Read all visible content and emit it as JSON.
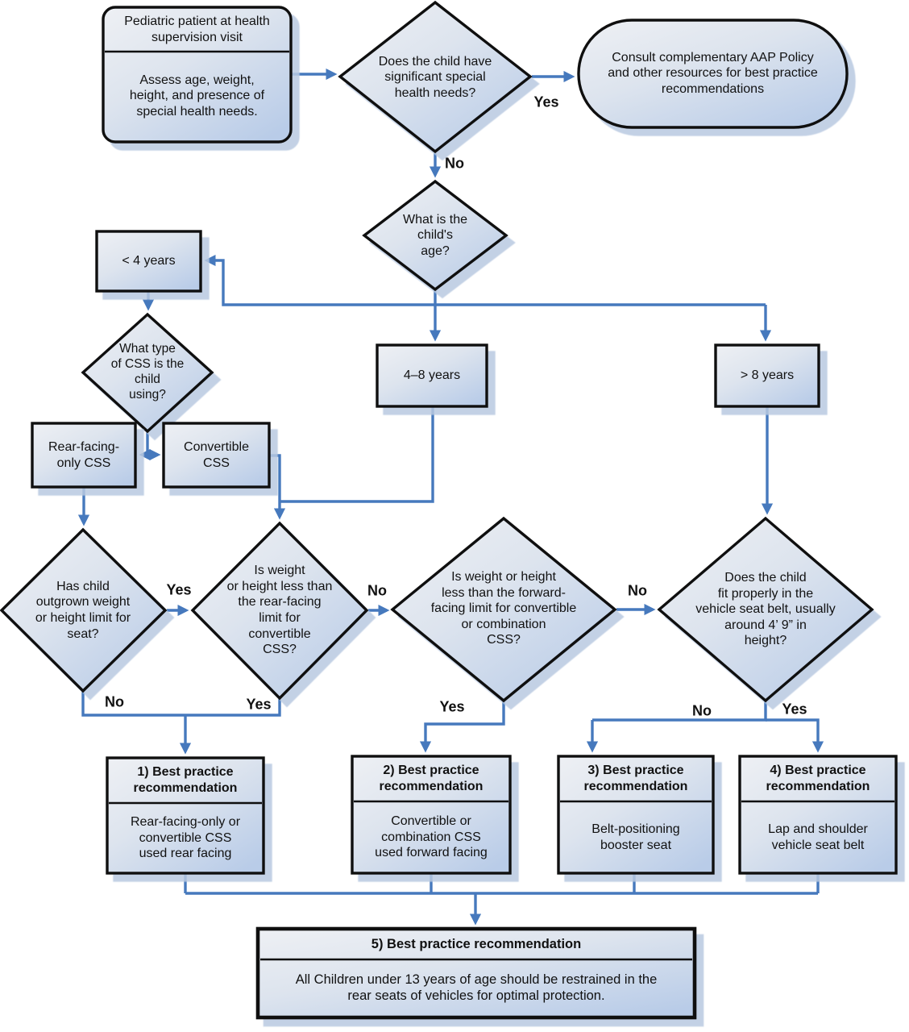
{
  "title": "Child safety seat (CSS) best practice recommendation flowchart",
  "colors": {
    "arrow_blue": "#4679bd",
    "node_border": "#0f0f0f",
    "node_fill_light": "#eef0f4",
    "node_fill_mid": "#dde4ee",
    "node_fill_dark": "#b9cce8",
    "shadow": "#b9c9e0",
    "background": "#ffffff",
    "text": "#111111"
  },
  "nodes": {
    "start": {
      "header": "Pediatric patient at health\nsupervision visit",
      "body": "Assess age, weight,\nheight, and presence of\nspecial health needs."
    },
    "special_needs_q": {
      "text": "Does the child have\nsignificant special\nhealth needs?"
    },
    "consult_aap": {
      "text": "Consult complementary AAP Policy\nand other resources for best practice\nrecommendations"
    },
    "age_q": {
      "text": "What is the\nchild's\nage?"
    },
    "age_lt4": {
      "text": "< 4 years"
    },
    "age_4_8": {
      "text": "4–8 years"
    },
    "age_gt8": {
      "text": "> 8 years"
    },
    "css_type_q": {
      "text": "What type\nof CSS is the\nchild\nusing?"
    },
    "rear_facing_only": {
      "text": "Rear-facing-\nonly CSS"
    },
    "convertible": {
      "text": "Convertible\nCSS"
    },
    "outgrown_q": {
      "text": "Has child\noutgrown weight\nor height limit for\nseat?"
    },
    "rear_limit_q": {
      "text": "Is weight\nor height less than\nthe rear-facing\nlimit for\nconvertible\nCSS?"
    },
    "forward_limit_q": {
      "text": "Is weight or height\nless than the forward-\nfacing limit for convertible\nor combination\nCSS?"
    },
    "belt_fit_q": {
      "text": "Does the child\nfit properly in the\nvehicle seat belt, usually\naround 4’ 9” in\nheight?"
    },
    "rec1": {
      "header": "1) Best practice\nrecommendation",
      "body": "Rear-facing-only or\nconvertible CSS\nused rear facing"
    },
    "rec2": {
      "header": "2) Best practice\nrecommendation",
      "body": "Convertible or\ncombination CSS\nused forward facing"
    },
    "rec3": {
      "header": "3) Best practice\nrecommendation",
      "body": "Belt-positioning\nbooster seat"
    },
    "rec4": {
      "header": "4) Best practice\nrecommendation",
      "body": "Lap and shoulder\nvehicle seat belt"
    },
    "rec5": {
      "header": "5) Best practice recommendation",
      "body": "All Children under 13 years of age should be restrained in the\nrear seats of vehicles for optimal protection."
    }
  },
  "edge_labels": {
    "special_needs_yes": "Yes",
    "special_needs_no": "No",
    "outgrown_yes": "Yes",
    "outgrown_no": "No",
    "rear_limit_no": "No",
    "rear_limit_yes": "Yes",
    "forward_limit_no": "No",
    "forward_limit_yes": "Yes",
    "belt_fit_no": "No",
    "belt_fit_yes": "Yes"
  }
}
